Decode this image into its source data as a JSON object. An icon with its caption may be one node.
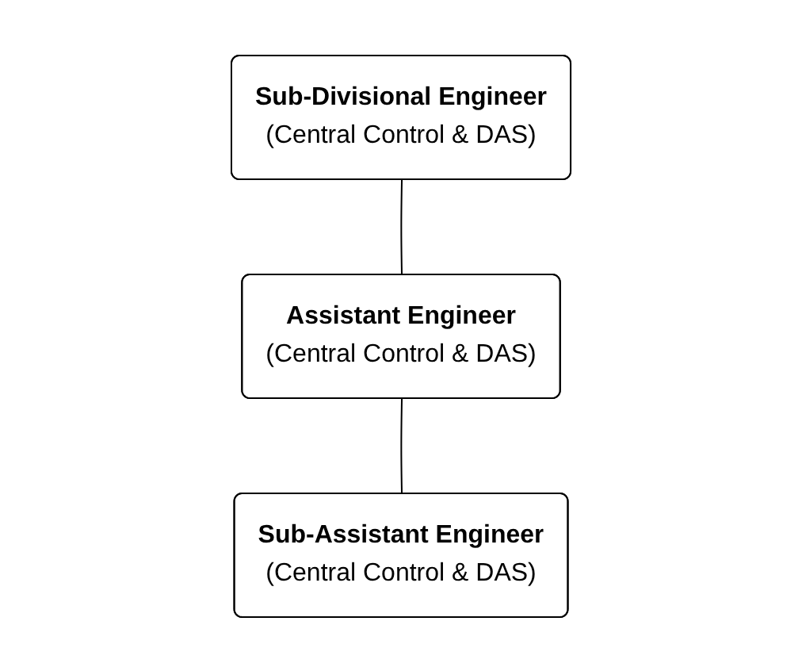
{
  "diagram": {
    "nodes": [
      {
        "text": [
          "Sub-Divisional Engineer",
          "(Central Control & DAS)"
        ]
      },
      {
        "text": [
          "Assistant Engineer",
          "(Central Control & DAS)"
        ]
      },
      {
        "text": [
          "Sub-Assistant Engineer",
          "(Central Control & DAS)"
        ]
      }
    ],
    "edges": [
      {
        "from": 0,
        "to": 1,
        "arrow": "none"
      },
      {
        "from": 1,
        "to": 2,
        "arrow": "none"
      }
    ]
  }
}
